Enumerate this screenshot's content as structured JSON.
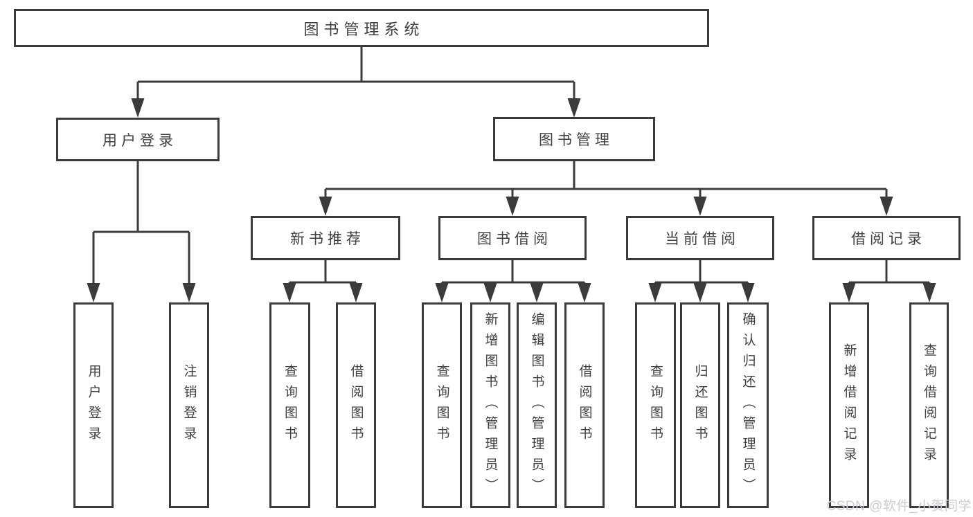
{
  "colors": {
    "line": "#3b3b3b",
    "text": "#3f3f3f",
    "watermark": "#c9cdd4"
  },
  "watermark": {
    "text": "CSDN @软件_小贺同学"
  },
  "tree": {
    "label": "图书管理系统",
    "children": [
      {
        "label": "用户登录",
        "children": [
          {
            "label": "用户登录"
          },
          {
            "label": "注销登录"
          }
        ]
      },
      {
        "label": "图书管理",
        "children": [
          {
            "label": "新书推荐",
            "children": [
              {
                "label": "查询图书"
              },
              {
                "label": "借阅图书"
              }
            ]
          },
          {
            "label": "图书借阅",
            "children": [
              {
                "label": "查询图书"
              },
              {
                "label": "新增图书（管理员）"
              },
              {
                "label": "编辑图书（管理员）"
              },
              {
                "label": "借阅图书"
              }
            ]
          },
          {
            "label": "当前借阅",
            "children": [
              {
                "label": "查询图书"
              },
              {
                "label": "归还图书"
              },
              {
                "label": "确认归还（管理员）"
              }
            ]
          },
          {
            "label": "借阅记录",
            "children": [
              {
                "label": "新增借阅记录"
              },
              {
                "label": "查询借阅记录"
              }
            ]
          }
        ]
      }
    ]
  }
}
